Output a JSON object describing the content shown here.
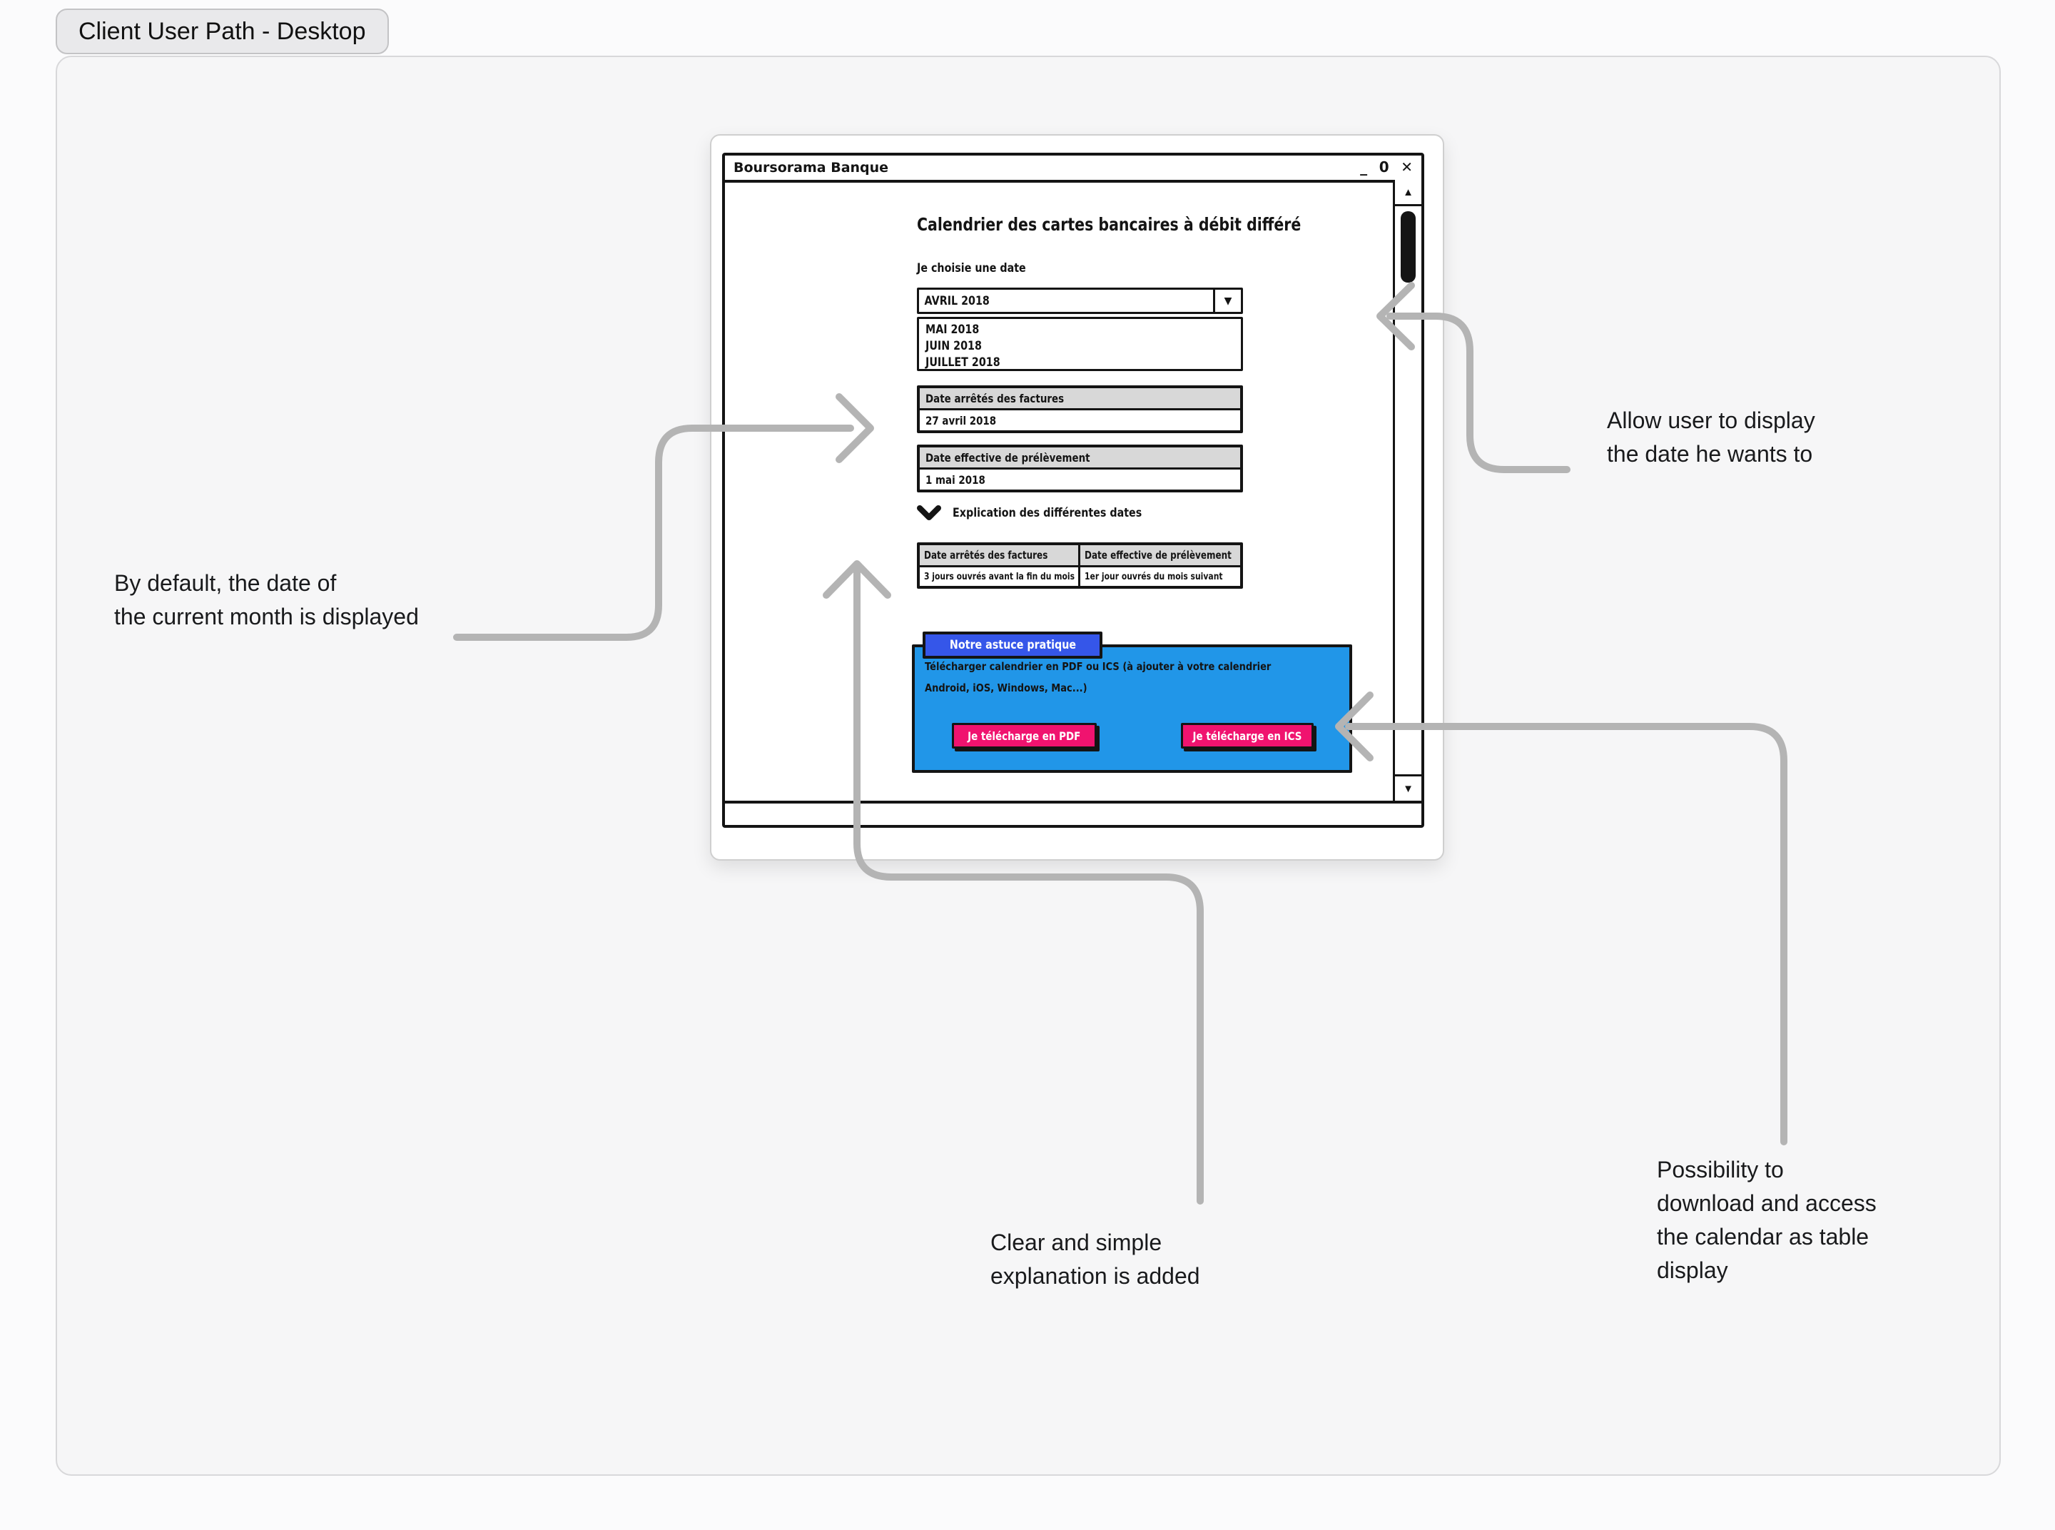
{
  "page": {
    "tag": "Client User Path - Desktop"
  },
  "window": {
    "title": "Boursorama Banque",
    "controls": {
      "minimize": "_",
      "maximize": "0",
      "close": "✕"
    },
    "content": {
      "heading": "Calendrier des cartes bancaires à débit différé",
      "date_label": "Je choisie une date",
      "select": {
        "value": "AVRIL 2018",
        "options": [
          "MAI 2018",
          "JUIN 2018",
          "JUILLET 2018"
        ]
      },
      "invoice_box": {
        "header": "Date arrêtés des factures",
        "value": "27 avril 2018"
      },
      "debit_box": {
        "header": "Date effective de prélèvement",
        "value": "1 mai 2018"
      },
      "explanation_toggle": "Explication des différentes dates",
      "table": {
        "headers": [
          "Date arrêtés des factures",
          "Date effective de prélèvement"
        ],
        "row": [
          "3 jours ouvrés avant la fin du mois",
          "1er jour ouvrés du mois suivant"
        ]
      },
      "tip": {
        "badge": "Notre astuce pratique",
        "line1": "Télécharger calendrier en PDF ou ICS (à ajouter à votre calendrier",
        "line2": "Android, iOS, Windows, Mac...)",
        "pdf_button": "Je télécharge en PDF",
        "ics_button": "Je télécharge en ICS"
      }
    }
  },
  "icons": {
    "dropdown_arrow": "▼",
    "scroll_up": "▲",
    "scroll_down": "▼"
  },
  "annotations": {
    "allow": [
      "Allow user to display",
      "the date he wants to"
    ],
    "bydefault": [
      "By default, the date of",
      "the current month is displayed"
    ],
    "clear": [
      "Clear and simple",
      "explanation is added"
    ],
    "possibility": [
      "Possibility to",
      "download and access",
      "the calendar as table",
      "display"
    ]
  },
  "colors": {
    "tip_box": "#2196e8",
    "tip_badge": "#3556e9",
    "button_pink": "#f0136f",
    "arrow": "#b4b4b4",
    "sketch": "#141414",
    "header_fill": "#d8d8d8"
  }
}
